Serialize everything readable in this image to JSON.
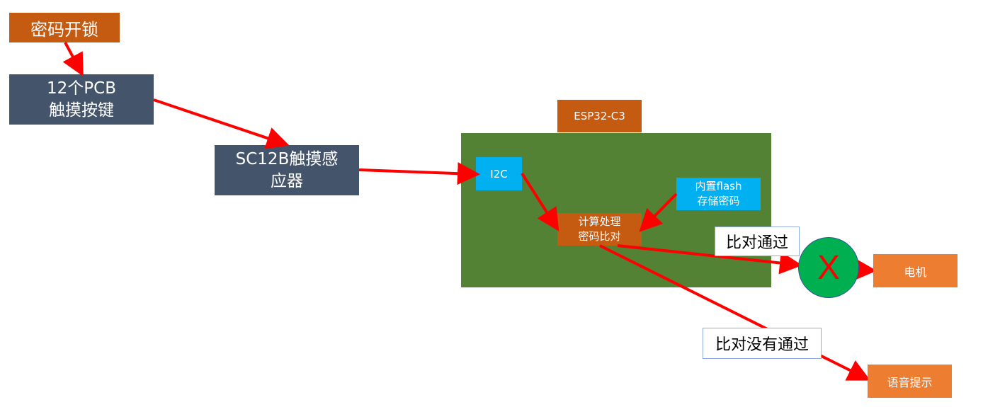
{
  "title": "密码开锁",
  "nodes": {
    "pcb_keys": "12个PCB\n触摸按键",
    "sc12b": "SC12B触摸感\n应器",
    "esp32": "ESP32-C3",
    "i2c": "I2C",
    "flash": "内置flash\n存储密码",
    "compute": "计算处理\n密码比对",
    "motor": "电机",
    "voice": "语音提示",
    "switch_symbol": "X"
  },
  "edge_labels": {
    "pass": "比对通过",
    "fail": "比对没有通过"
  },
  "colors": {
    "arrow": "#ff0000",
    "dark_orange": "#c55a11",
    "slate": "#44546a",
    "board_green": "#548235",
    "cyan": "#00b0f0",
    "orange": "#ed7d31",
    "switch_green": "#00b050"
  }
}
